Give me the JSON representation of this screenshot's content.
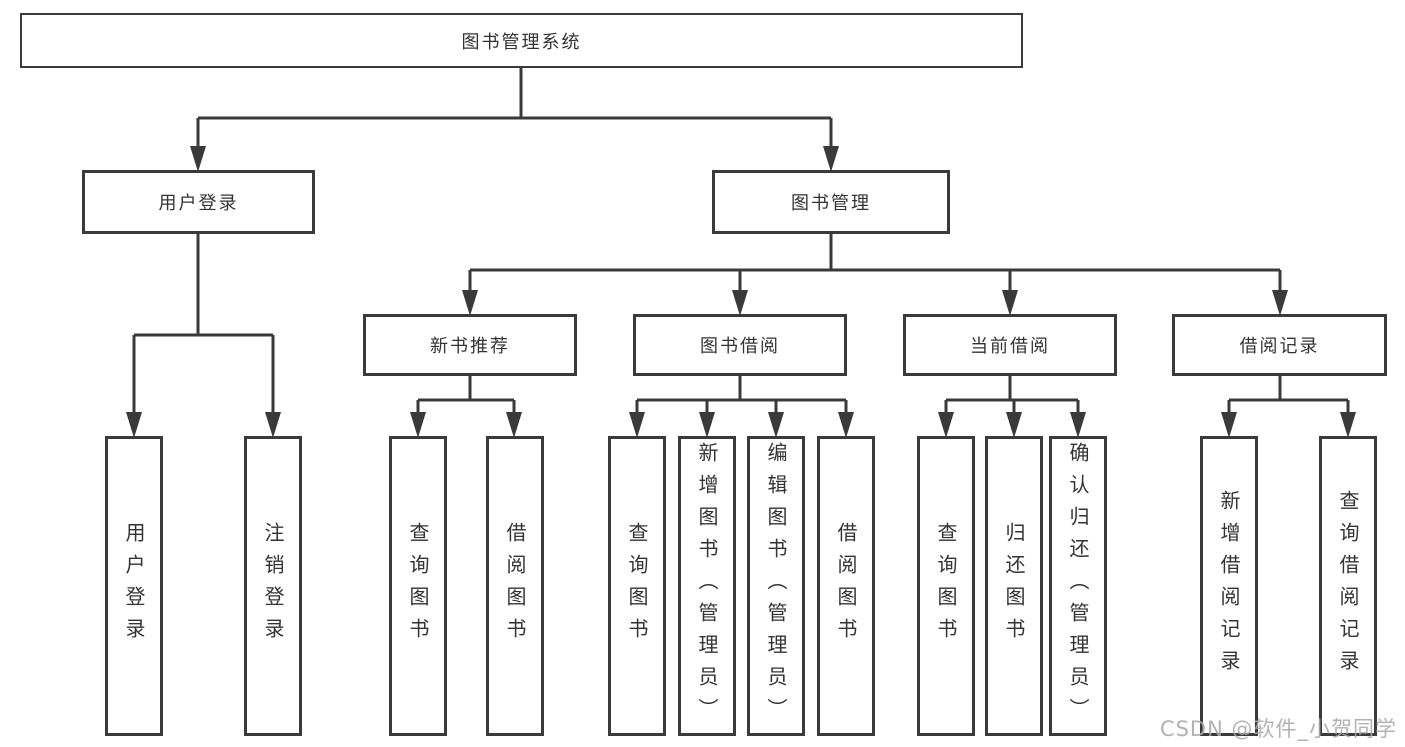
{
  "diagram": {
    "title": "图书管理系统",
    "type": "tree",
    "colors": {
      "line": "#3a3a3a",
      "text": "#333333",
      "background": "#ffffff",
      "watermark": "#aaaaaa"
    },
    "nodes": {
      "root": "图书管理系统",
      "user_login": "用户登录",
      "book_mgmt": "图书管理",
      "new_book_rec": "新书推荐",
      "book_borrow": "图书借阅",
      "current_borrow": "当前借阅",
      "borrow_records": "借阅记录",
      "leaf_user_login": "用户登录",
      "leaf_logout": "注销登录",
      "leaf_query_book_1": "查询图书",
      "leaf_borrow_book_1": "借阅图书",
      "leaf_query_book_2": "查询图书",
      "leaf_add_book": "新增图书（管理员）",
      "leaf_edit_book": "编辑图书（管理员）",
      "leaf_borrow_book_2": "借阅图书",
      "leaf_query_book_3": "查询图书",
      "leaf_return_book": "归还图书",
      "leaf_confirm_return": "确认归还（管理员）",
      "leaf_add_record": "新增借阅记录",
      "leaf_query_record": "查询借阅记录"
    },
    "hierarchy": {
      "图书管理系统": {
        "用户登录": [
          "用户登录",
          "注销登录"
        ],
        "图书管理": {
          "新书推荐": [
            "查询图书",
            "借阅图书"
          ],
          "图书借阅": [
            "查询图书",
            "新增图书（管理员）",
            "编辑图书（管理员）",
            "借阅图书"
          ],
          "当前借阅": [
            "查询图书",
            "归还图书",
            "确认归还（管理员）"
          ],
          "借阅记录": [
            "新增借阅记录",
            "查询借阅记录"
          ]
        }
      }
    }
  },
  "watermark": "CSDN @软件_小贺同学"
}
